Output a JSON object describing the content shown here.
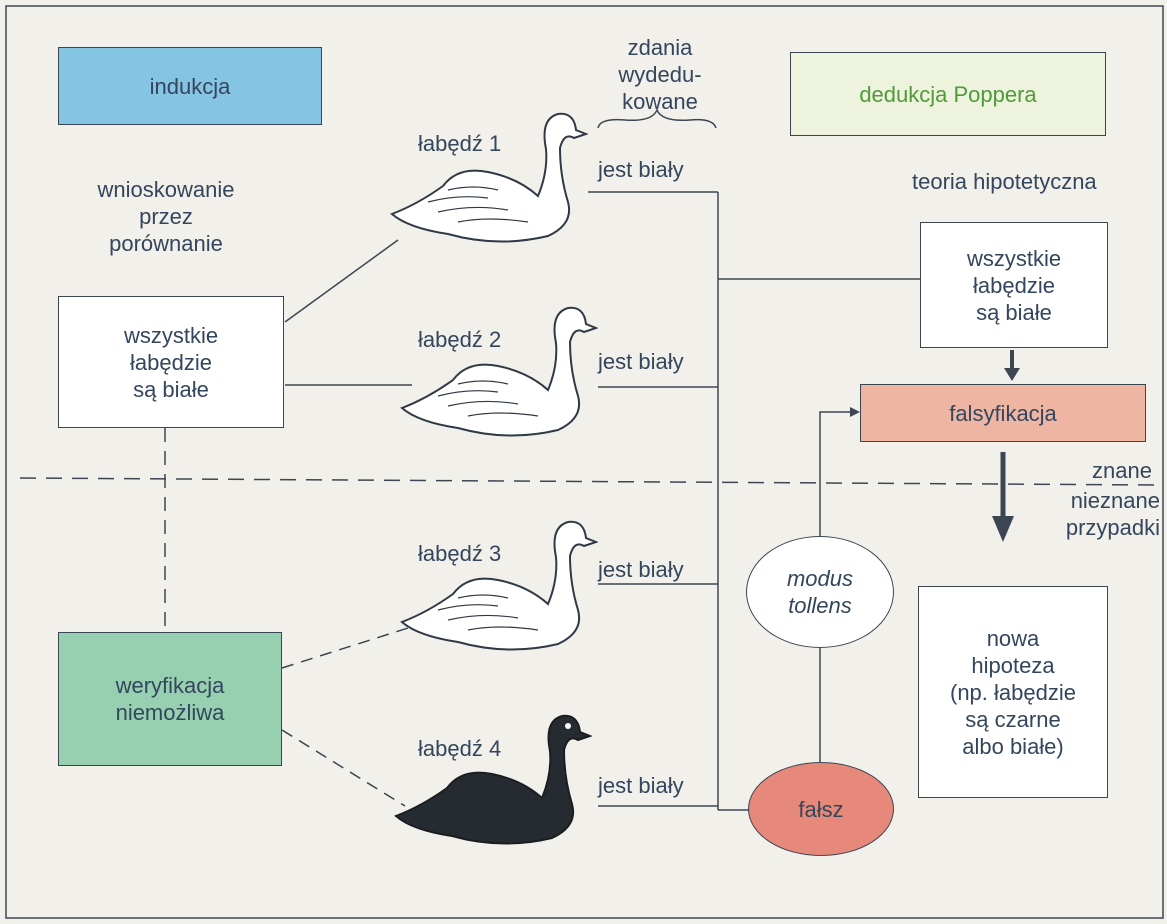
{
  "left": {
    "header": "indukcja",
    "subtitle": "wnioskowanie\nprzez\nporównanie",
    "hypothesis": "wszystkie\nłabędzie\nsą białe",
    "verification": "weryfikacja\nniemożliwa"
  },
  "middle": {
    "brace_label": "zdania\nwydedu-\nkowane",
    "swans": [
      {
        "label": "łabędź 1",
        "statement": "jest biały",
        "color": "white"
      },
      {
        "label": "łabędź 2",
        "statement": "jest biały",
        "color": "white"
      },
      {
        "label": "łabędź 3",
        "statement": "jest biały",
        "color": "white"
      },
      {
        "label": "łabędź 4",
        "statement": "jest biały",
        "color": "black"
      }
    ],
    "modus_tollens": "modus\ntollens",
    "false": "fałsz"
  },
  "right": {
    "header": "dedukcja Poppera",
    "subtitle": "teoria hipotetyczna",
    "hypothesis": "wszystkie\nłabędzie\nsą białe",
    "falsification": "falsyfikacja",
    "known": "znane",
    "unknown": "nieznane\nprzypadki",
    "new_hypothesis": "nowa\nhipoteza\n(np. łabędzie\nsą czarne\nalbo białe)"
  },
  "colors": {
    "induction": "#86c4e4",
    "deduction": "#edf3dc",
    "deduction_text": "#4f9a3a",
    "verification": "#96d0b0",
    "falsification": "#eeb6a2",
    "false": "#e6897a",
    "ink": "#3c4552",
    "text": "#34465d"
  }
}
